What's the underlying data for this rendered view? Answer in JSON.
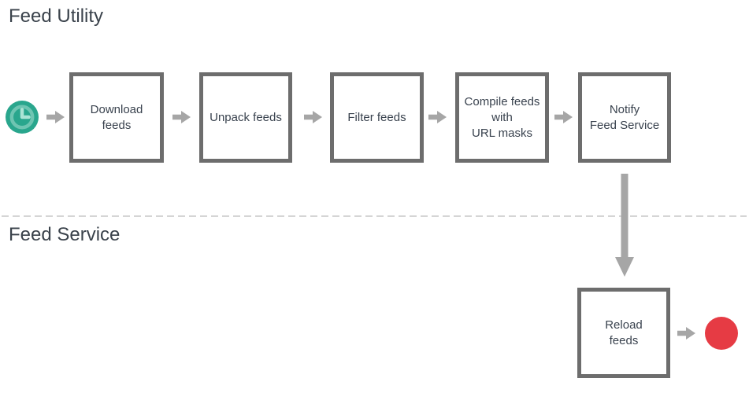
{
  "lanes": {
    "utility": {
      "title": "Feed Utility"
    },
    "service": {
      "title": "Feed Service"
    }
  },
  "flow": {
    "start_icon": "clock-icon",
    "end_icon": "red-stop-circle-icon",
    "boxes": [
      {
        "id": "download-feeds",
        "label": [
          "Download",
          "feeds"
        ]
      },
      {
        "id": "unpack-feeds",
        "label": [
          "Unpack feeds"
        ]
      },
      {
        "id": "filter-feeds",
        "label": [
          "Filter feeds"
        ]
      },
      {
        "id": "compile-feeds-with-url-masks",
        "label": [
          "Compile feeds",
          "with",
          "URL masks"
        ]
      },
      {
        "id": "notify-feed-service",
        "label": [
          "Notify",
          "Feed Service"
        ]
      },
      {
        "id": "reload-feeds",
        "label": [
          "Reload",
          "feeds"
        ]
      }
    ]
  },
  "colors": {
    "background": "#ffffff",
    "teal": "#29a68d",
    "teal-ring": "#6ec5b2",
    "teal-hands": "#abe4d5",
    "red": "#e63b44",
    "border-gray": "#6d6d6d",
    "arrow-gray": "#a6a6a6",
    "box-text": "#39424e",
    "title-text": "#3a424b",
    "divider": "#d5d5d5"
  }
}
